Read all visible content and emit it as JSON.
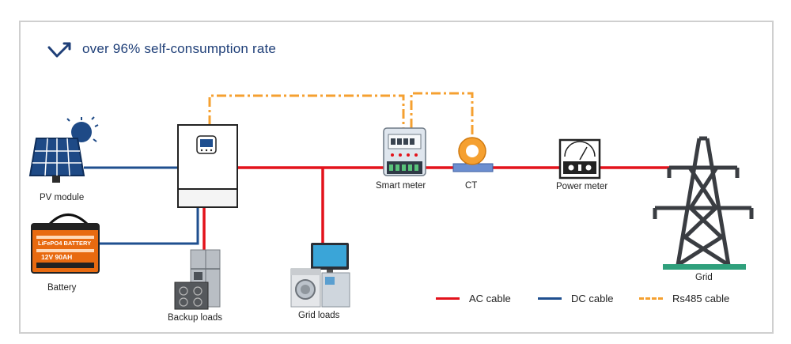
{
  "headline": {
    "icon": "trend-check-icon",
    "text": "over 96% self-consumption rate"
  },
  "components": {
    "pv_module": {
      "label": "PV module",
      "icon": "solar-panel-icon"
    },
    "battery": {
      "label": "Battery",
      "icon": "battery-icon",
      "face_lines": [
        "LiFePO4 BATTERY",
        "12V 90AH"
      ]
    },
    "inverter": {
      "icon": "inverter-icon"
    },
    "backup_loads": {
      "label": "Backup loads",
      "icon": "refrigerator-stove-icon"
    },
    "grid_loads": {
      "label": "Grid loads",
      "icon": "washer-tv-icon"
    },
    "smart_meter": {
      "label": "Smart meter",
      "icon": "smart-meter-icon"
    },
    "ct": {
      "label": "CT",
      "icon": "current-transformer-icon"
    },
    "power_meter": {
      "label": "Power meter",
      "icon": "power-meter-icon"
    },
    "grid": {
      "label": "Grid",
      "icon": "transmission-tower-icon"
    }
  },
  "legend": [
    {
      "label": "AC cable",
      "color": "#e3121b",
      "style": "solid"
    },
    {
      "label": "DC cable",
      "color": "#1f4f8f",
      "style": "solid"
    },
    {
      "label": "Rs485 cable",
      "color": "#f5a030",
      "style": "dash-dot"
    }
  ],
  "colors": {
    "ac": "#e3121b",
    "dc": "#1f4f8f",
    "rs485": "#f5a030",
    "headline": "#1f3f78"
  }
}
